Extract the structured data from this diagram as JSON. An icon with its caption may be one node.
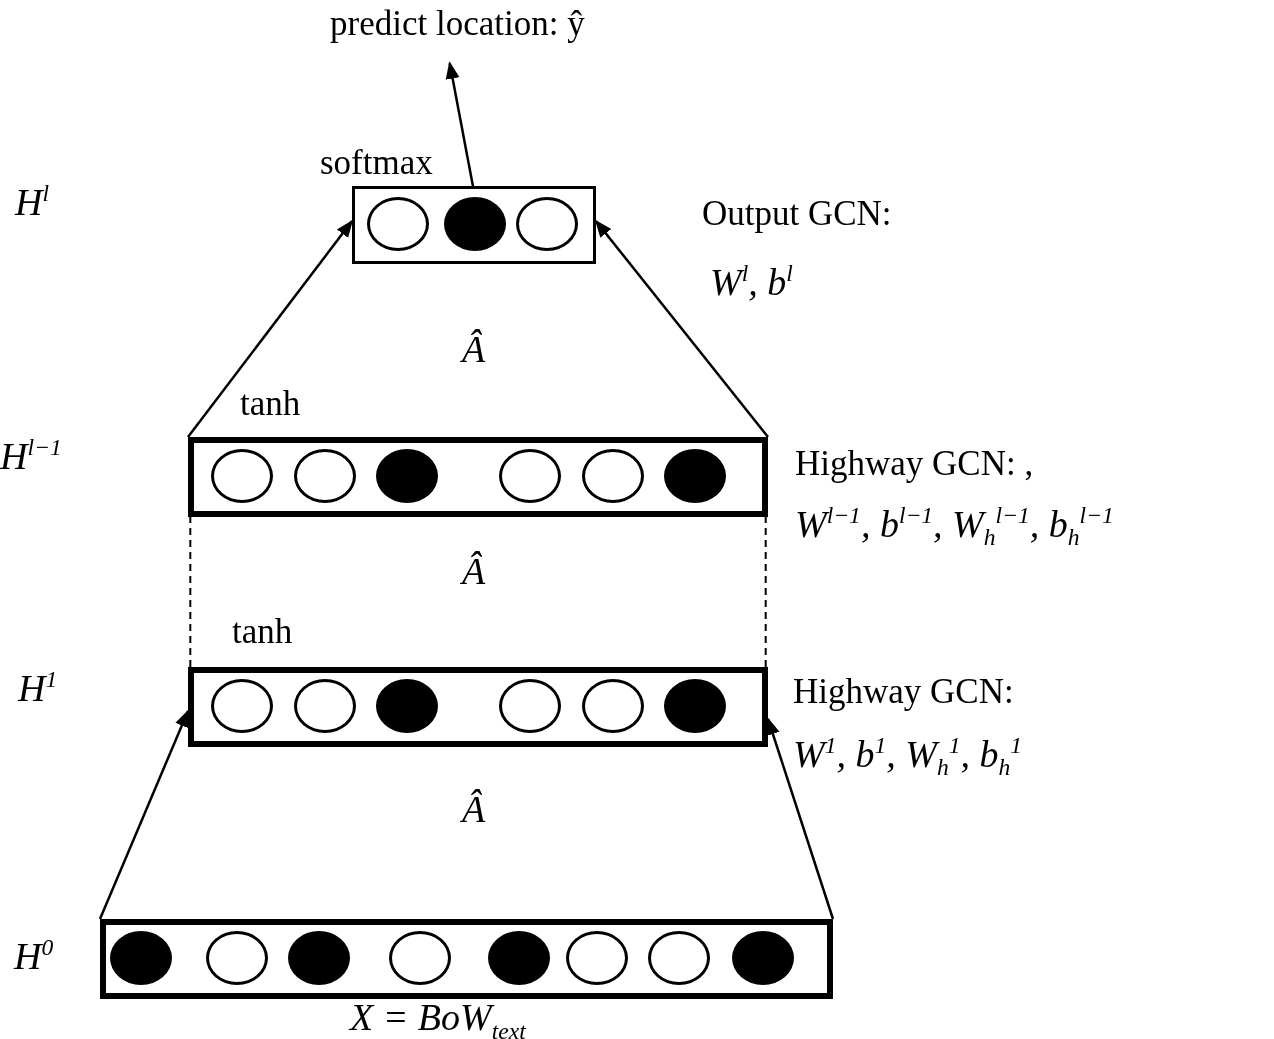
{
  "diagram": {
    "nodes": [
      {
        "text": [
          "predict location: ŷ"
        ]
      },
      {
        "text": [
          "softmax"
        ],
        "beside": [
          "Output GCN:",
          "W$^{l}$, b$^{l}$"
        ]
      },
      {
        "text": [],
        "shape": "circle",
        "in": 1
      },
      {
        "text": [],
        "shape": "circle",
        "in": 1
      },
      {
        "text": [],
        "shape": "circle",
        "in": 1
      },
      {
        "text": [
          "tanh"
        ],
        "beside": [
          "H$^{l−1}$",
          "Highway GCN: ,",
          "W$^{l−1}$, b$^{l−1}$, W$_{h}$$^{l−1}$, b$_{h}$$^{l−1}$"
        ]
      },
      {
        "text": [],
        "shape": "circle",
        "in": 5
      },
      {
        "text": [],
        "shape": "circle",
        "in": 5
      },
      {
        "text": [],
        "shape": "circle",
        "in": 5
      },
      {
        "text": [],
        "shape": "circle",
        "in": 5
      },
      {
        "text": [],
        "shape": "circle",
        "in": 5
      },
      {
        "text": [],
        "shape": "circle",
        "in": 5
      },
      {
        "text": [
          "tanh"
        ],
        "beside": [
          "H$^{1}$",
          "Highway GCN:",
          "W$^{1}$, b$^{1}$, W$_{h}$$^{1}$, b$_{h}$$^{1}$"
        ]
      },
      {
        "text": [],
        "shape": "circle",
        "in": 12
      },
      {
        "text": [],
        "shape": "circle",
        "in": 12
      },
      {
        "text": [],
        "shape": "circle",
        "in": 12
      },
      {
        "text": [],
        "shape": "circle",
        "in": 12
      },
      {
        "text": [],
        "shape": "circle",
        "in": 12
      },
      {
        "text": [],
        "shape": "circle",
        "in": 12
      },
      {
        "text": [],
        "shape": "box",
        "beside": [
          "H$^{0}$",
          "X = BoW$_{text}$"
        ]
      },
      {
        "text": [],
        "shape": "circle",
        "in": 19
      },
      {
        "text": [],
        "shape": "circle",
        "in": 19
      },
      {
        "text": [],
        "shape": "circle",
        "in": 19
      },
      {
        "text": [],
        "shape": "circle",
        "in": 19
      },
      {
        "text": [],
        "shape": "circle",
        "in": 19
      },
      {
        "text": [],
        "shape": "circle",
        "in": 19
      },
      {
        "text": [],
        "shape": "circle",
        "in": 19
      },
      {
        "text": [],
        "shape": "circle",
        "in": 19
      }
    ],
    "edges": [
      {
        "from": 3,
        "to": 0,
        "arrow": "to"
      },
      {
        "from": 5,
        "to": 1,
        "arrow": "to"
      },
      {
        "from": 5,
        "to": 1,
        "arrow": "to"
      },
      {
        "from": 12,
        "to": 5,
        "arrow": "none",
        "style": "dashed"
      },
      {
        "from": 12,
        "to": 5,
        "arrow": "none",
        "style": "dashed"
      },
      {
        "from": 19,
        "to": 12,
        "arrow": "to"
      },
      {
        "from": 19,
        "to": 12,
        "arrow": "to"
      }
    ],
    "labels": [
      "H$^{l}$",
      "Â",
      "Â",
      "Â"
    ]
  }
}
